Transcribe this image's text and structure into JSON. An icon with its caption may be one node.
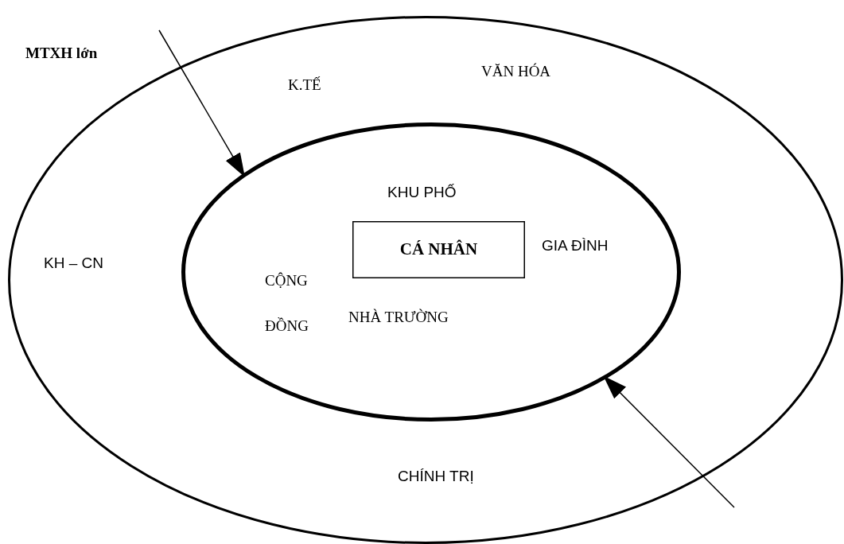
{
  "diagram": {
    "nodes": [
      {
        "text": [
          "K.TẾ",
          "VĂN HÓA",
          "KH – CN",
          "CHÍNH TRỊ"
        ]
      },
      {
        "text": [
          "KHU PHỐ",
          "GIA ĐÌNH",
          "CỘNG ĐỒNG",
          "NHÀ TRƯỜNG"
        ],
        "in": 0
      },
      {
        "text": [
          "CÁ NHÂN"
        ],
        "in": 1
      }
    ],
    "edges": [
      {
        "from": null,
        "to": 1,
        "arrow": "to"
      },
      {
        "from": null,
        "to": 1,
        "arrow": "to"
      }
    ],
    "labels": [
      "MTXH lớn"
    ]
  }
}
